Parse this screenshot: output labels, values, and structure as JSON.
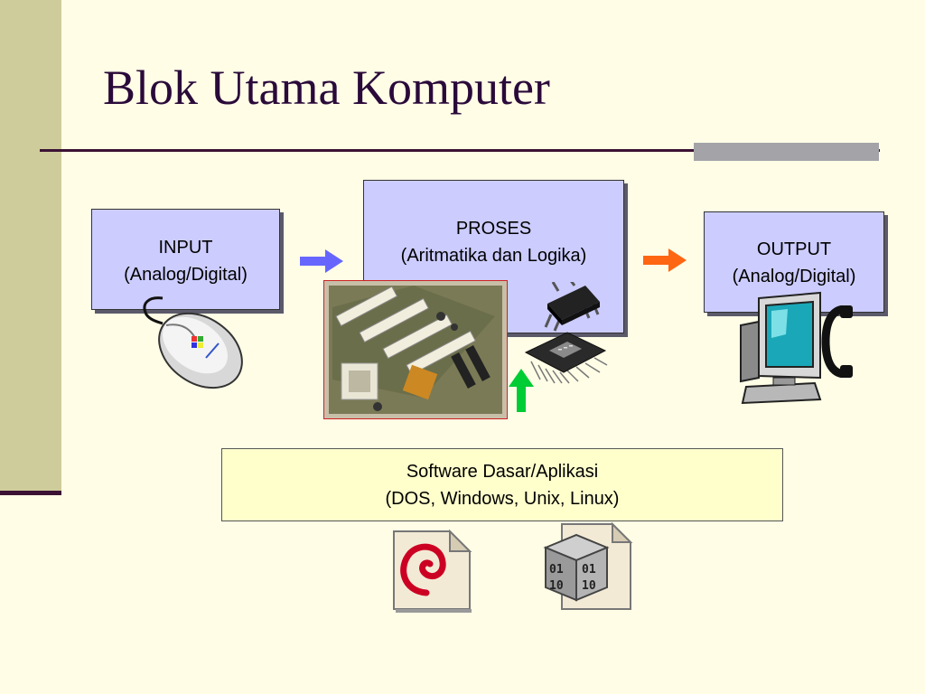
{
  "slide": {
    "title": "Blok Utama Komputer"
  },
  "boxes": {
    "input": {
      "line1": "INPUT",
      "line2": "(Analog/Digital)"
    },
    "proses": {
      "line1": "PROSES",
      "line2": "(Aritmatika dan Logika)"
    },
    "output": {
      "line1": "OUTPUT",
      "line2": "(Analog/Digital)"
    },
    "software": {
      "line1": "Software Dasar/Aplikasi",
      "line2": "(DOS, Windows, Unix, Linux)"
    }
  },
  "chip_icon": {
    "binary_top": "01",
    "binary_bottom": "10"
  },
  "colors": {
    "background": "#fffde6",
    "box_fill": "#ccccff",
    "software_fill": "#ffffcc",
    "title_color": "#2a0a3a",
    "arrow_blue": "#6666ff",
    "arrow_orange": "#ff6611",
    "arrow_green": "#00cc33"
  },
  "icons": [
    "mouse-icon",
    "motherboard-image",
    "chip-icon",
    "microprocessor-icon",
    "monitor-icon",
    "telephone-icon",
    "debian-file-icon",
    "binary-file-icon"
  ]
}
